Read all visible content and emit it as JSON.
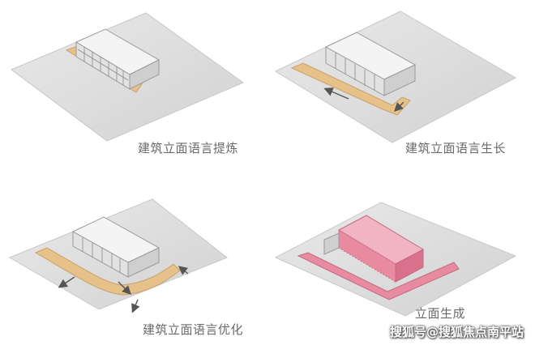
{
  "diagrams": [
    {
      "id": "d1",
      "caption": "建筑立面语言提炼"
    },
    {
      "id": "d2",
      "caption": "建筑立面语言生长"
    },
    {
      "id": "d3",
      "caption": "建筑立面语言优化"
    },
    {
      "id": "d4",
      "caption": "立面生成"
    }
  ],
  "watermark": "搜狐号@搜狐焦点南平站",
  "colors": {
    "plate": "#dcdcdc",
    "wood": "#e8c48a",
    "building": "#f2f2f2",
    "pink": "#e88aa0",
    "arrow": "#555555"
  }
}
